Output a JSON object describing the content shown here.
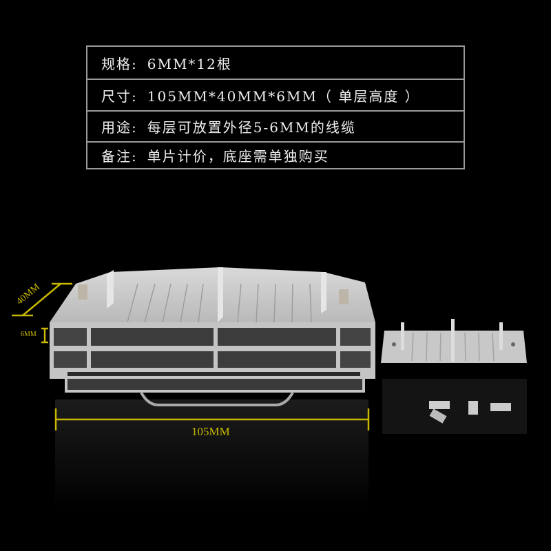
{
  "specs": [
    {
      "key": "规格:",
      "value": "6MM*12根"
    },
    {
      "key": "尺寸:",
      "value": "105MM*40MM*6MM（ 单层高度 ）"
    },
    {
      "key": "用途:",
      "value": "每层可放置外径5-6MM的线缆"
    },
    {
      "key": "备注:",
      "value": "单片计价，底座需单独购买"
    }
  ],
  "dimensions": {
    "depth": "40MM",
    "layer_height": "6MM",
    "width": "105MM"
  },
  "colors": {
    "background": "#000000",
    "border": "#9a9a9a",
    "dimension": "#c8b800",
    "metal": "#c9c9c9"
  }
}
